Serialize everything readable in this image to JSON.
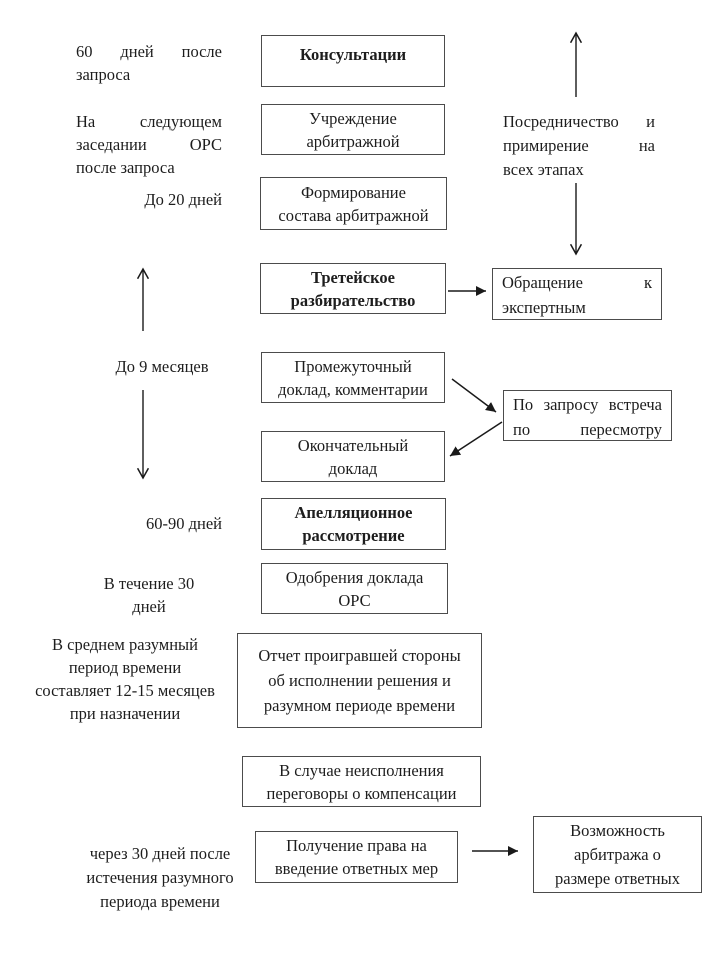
{
  "stages": {
    "consultations": [
      "Консультации"
    ],
    "establishment": [
      "Учреждение",
      "арбитражной"
    ],
    "formation": [
      "Формирование",
      "состава арбитражной"
    ],
    "panel": [
      "Третейское",
      "разбирательство"
    ],
    "interim_report": [
      "Промежуточный",
      "доклад, комментарии"
    ],
    "final_report": [
      "Окончательный",
      "доклад"
    ],
    "appeal": [
      "Апелляционное",
      "рассмотрение"
    ],
    "report_adoption": [
      "Одобрения доклада",
      "ОРС"
    ],
    "losing_party_report": [
      "Отчет проигравшей стороны",
      "об исполнении решения и",
      "разумном периоде времени"
    ],
    "non_compliance": [
      "В случае неисполнения",
      "переговоры о компенсации"
    ],
    "retaliation_right": [
      "Получение права на",
      "введение ответных мер"
    ]
  },
  "side_boxes": {
    "experts": [
      "Обращение к",
      "экспертным"
    ],
    "review_meeting": [
      "По запросу встреча",
      "по пересмотру"
    ],
    "arbitration_size": [
      "Возможность",
      "арбитража о",
      "размере ответных"
    ]
  },
  "time_labels": {
    "consultations": [
      "60 дней после",
      "запроса"
    ],
    "establishment": [
      "На следующем",
      "заседании ОРС",
      "после запроса"
    ],
    "formation": "До 20 дней",
    "panel": "До 9 месяцев",
    "appeal": "60-90 дней",
    "adoption": [
      "В течение 30",
      "дней"
    ],
    "average_period": [
      "В среднем разумный",
      "период времени",
      "составляет 12-15 месяцев",
      "при назначении"
    ],
    "retaliation": [
      "через 30 дней после",
      "истечения разумного",
      "периода времени"
    ]
  },
  "notes": {
    "mediation": [
      "Посредничество и",
      "примирение на",
      "всех этапах"
    ]
  },
  "colors": {
    "background": "#ffffff",
    "text": "#1d1d1d",
    "box_border": "#4c4c4c",
    "arrow": "#1a1a1a"
  }
}
